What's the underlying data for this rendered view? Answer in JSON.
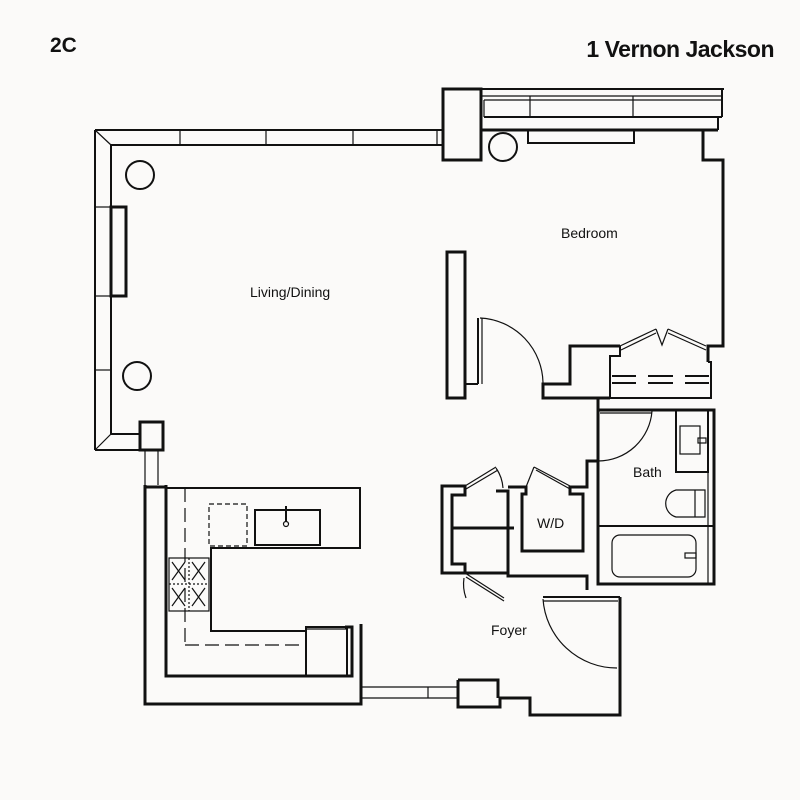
{
  "header": {
    "unit": "2C",
    "building": "1 Vernon Jackson"
  },
  "rooms": {
    "living_dining": "Living/Dining",
    "bedroom": "Bedroom",
    "bath": "Bath",
    "wd": "W/D",
    "foyer": "Foyer"
  },
  "colors": {
    "background": "#fbfaf9",
    "line": "#111111"
  }
}
